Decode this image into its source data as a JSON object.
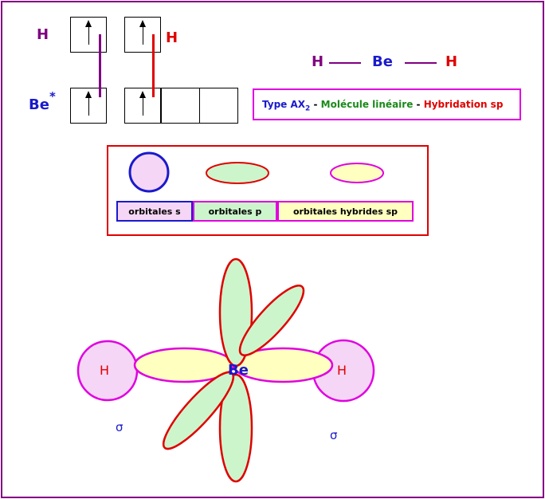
{
  "diagram": {
    "labels": {
      "h_top_left": "H",
      "h_top_right": "H",
      "be_star": "Be",
      "star": "*",
      "formula_h1": "H",
      "formula_be": "Be",
      "formula_h2": "H",
      "type_prefix": "Type AX",
      "type_sub": "2",
      "sep1": " - ",
      "molecule": "Molécule linéaire",
      "sep2": " - ",
      "hybridation": "Hybridation sp"
    },
    "legend": {
      "s_label": "orbitales s",
      "p_label": "orbitales p",
      "sp_label": "orbitales hybrides sp"
    },
    "molecule": {
      "h_left": "H",
      "be_center": "Be",
      "h_right": "H",
      "sigma_left": "σ",
      "sigma_right": "σ"
    },
    "colors": {
      "frame": "#800080",
      "h_purple": "#800080",
      "h_red": "#e00000",
      "be_blue": "#1a1acc",
      "s_fill": "#f6d6f6",
      "p_fill": "#ccf5cc",
      "sp_fill": "#ffffc0",
      "type_green": "#1a8a1a"
    }
  }
}
